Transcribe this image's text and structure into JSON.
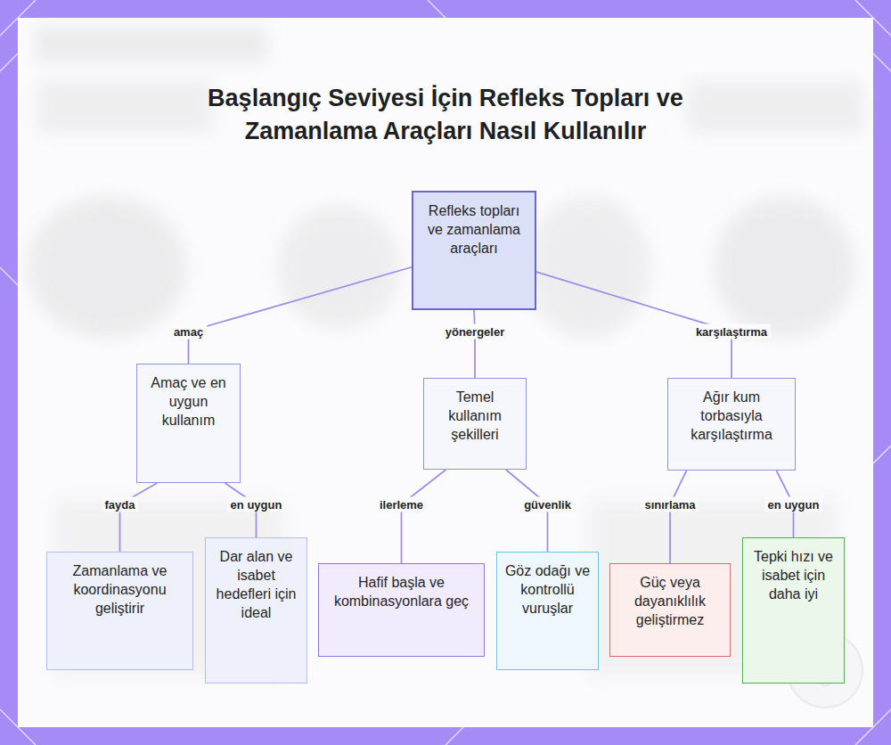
{
  "diagram": {
    "title": "Başlangıç Seviyesi İçin Refleks Topları ve Zamanlama Araçları Nasıl Kullanılır",
    "nodes": [
      {
        "text": [
          "Refleks topları ve zamanlama araçları"
        ]
      },
      {
        "text": [
          "Amaç ve en uygun kullanım"
        ]
      },
      {
        "text": [
          "Temel kullanım şekilleri"
        ]
      },
      {
        "text": [
          "Ağır kum torbasıyla karşılaştırma"
        ]
      },
      {
        "text": [
          "Zamanlama ve koordinasyonu geliştirir"
        ]
      },
      {
        "text": [
          "Dar alan ve isabet hedefleri için ideal"
        ]
      },
      {
        "text": [
          "Hafif başla ve kombinasyonlara geç"
        ]
      },
      {
        "text": [
          "Göz odağı ve kontrollü vuruşlar"
        ]
      },
      {
        "text": [
          "Güç veya dayanıklılık geliştirmez"
        ]
      },
      {
        "text": [
          "Tepki hızı ve isabet için daha iyi"
        ]
      }
    ],
    "edges": [
      {
        "from": 0,
        "to": 1,
        "label": "amaç",
        "arrow": "none"
      },
      {
        "from": 0,
        "to": 2,
        "label": "yönergeler",
        "arrow": "none"
      },
      {
        "from": 0,
        "to": 3,
        "label": "karşılaştırma",
        "arrow": "none"
      },
      {
        "from": 1,
        "to": 4,
        "label": "fayda",
        "arrow": "none"
      },
      {
        "from": 1,
        "to": 5,
        "label": "en uygun",
        "arrow": "none"
      },
      {
        "from": 2,
        "to": 6,
        "label": "ilerleme",
        "arrow": "none"
      },
      {
        "from": 2,
        "to": 7,
        "label": "güvenlik",
        "arrow": "none"
      },
      {
        "from": 3,
        "to": 8,
        "label": "sınırlama",
        "arrow": "none"
      },
      {
        "from": 3,
        "to": 9,
        "label": "en uygun",
        "arrow": "none"
      }
    ]
  }
}
